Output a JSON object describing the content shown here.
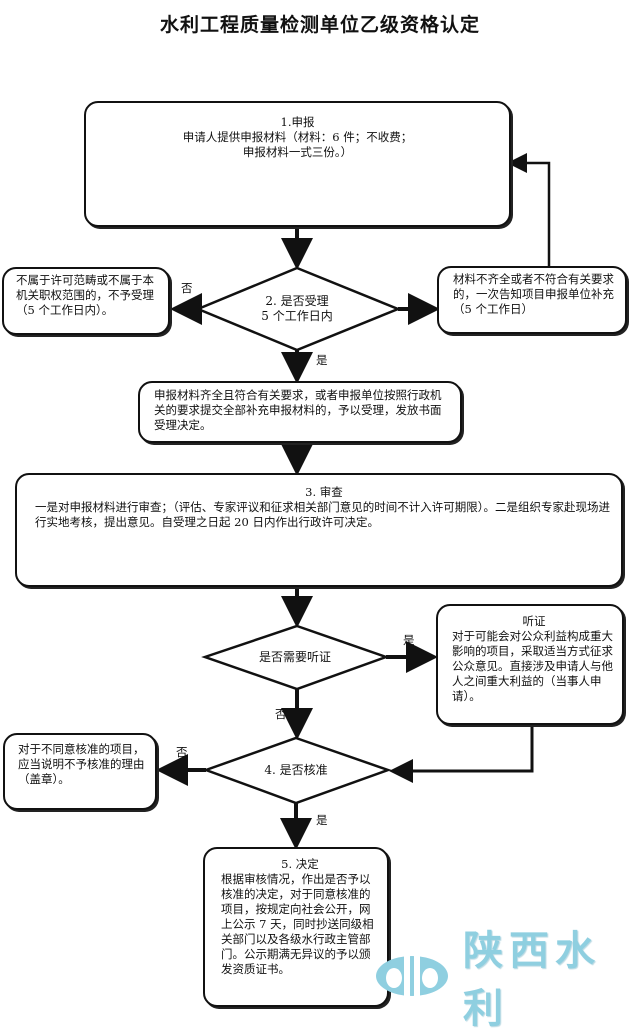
{
  "title": "水利工程质量检测单位乙级资格认定",
  "steps": {
    "apply": {
      "heading": "1.申报",
      "lines": [
        "申请人提供申报材料（材料：6 件；不收费；",
        "申报材料一式三份。）"
      ]
    },
    "accept_decision": {
      "lines": [
        "2. 是否受理",
        "5 个工作日内"
      ]
    },
    "reject_box": {
      "text": "不属于许可范畴或不属于本机关职权范围的，不予受理（5 个工作日内）。"
    },
    "supplement_box": {
      "text": "材料不齐全或者不符合有关要求的，一次告知项目申报单位补充（5 个工作日）"
    },
    "accepted_box": {
      "text": "申报材料齐全且符合有关要求，或者申报单位按照行政机关的要求提交全部补充申报材料的，予以受理，发放书面受理决定。"
    },
    "review": {
      "heading": "3. 审查",
      "text": "一是对申报材料进行审查；（评估、专家评议和征求相关部门意见的时间不计入许可期限）。二是组织专家赴现场进行实地考核，提出意见。自受理之日起 20 日内作出行政许可决定。"
    },
    "hearing_decision": {
      "text": "是否需要听证"
    },
    "hearing_box": {
      "heading": "听证",
      "text": "对于可能会对公众利益构成重大影响的项目，采取适当方式征求公众意见。直接涉及申请人与他人之间重大利益的（当事人申请）。"
    },
    "approve_decision": {
      "text": "4. 是否核准"
    },
    "deny_box": {
      "text": "对于不同意核准的项目，应当说明不予核准的理由（盖章）。"
    },
    "decision": {
      "heading": "5. 决定",
      "text": "根据审核情况，作出是否予以核准的决定，对于同意核准的项目，按规定向社会公开，网上公示 7 天，同时抄送同级相关部门以及各级水行政主管部门。公示期满无异议的予以颁发资质证书。"
    }
  },
  "edge_labels": {
    "accept_no": "否",
    "accept_yes": "是",
    "hearing_yes": "是",
    "hearing_no": "否",
    "approve_no": "否",
    "approve_yes": "是"
  },
  "watermark": {
    "text": "陕西水利",
    "color": "#8fcfe0"
  }
}
